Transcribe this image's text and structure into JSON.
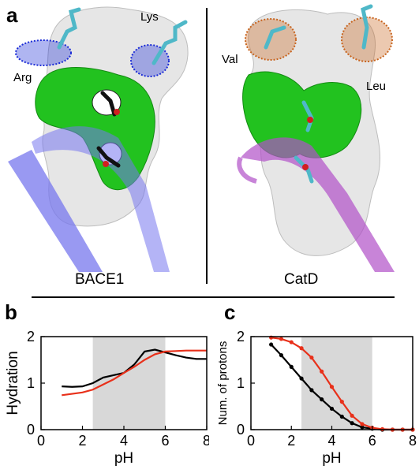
{
  "panels": {
    "a": "a",
    "b": "b",
    "c": "c"
  },
  "structures": {
    "left": {
      "caption": "BACE1",
      "residue_labels": [
        "Arg",
        "Lys"
      ]
    },
    "right": {
      "caption": "CatD",
      "residue_labels": [
        "Val",
        "Leu"
      ]
    }
  },
  "colors": {
    "surface_gray": "#e6e6e6",
    "surface_green": "#22c21f",
    "mesh_blue": "#1a2bd6",
    "mesh_orange": "#c8641e",
    "ribbon_blue": "#7777ee",
    "ribbon_magenta": "#b050c8",
    "stick_cyan": "#4fb8c8",
    "series_black": "#000000",
    "series_red": "#e8301a",
    "shade": "#d8d8d8"
  },
  "chart_data": [
    {
      "type": "line",
      "panel": "b",
      "xlabel": "pH",
      "ylabel": "Hydration",
      "xlim": [
        0,
        8
      ],
      "ylim": [
        0,
        2
      ],
      "xticks": [
        0,
        2,
        4,
        6,
        8
      ],
      "yticks": [
        0,
        1,
        2
      ],
      "shaded_region": [
        2.5,
        6
      ],
      "series": [
        {
          "color": "#000000",
          "x": [
            1,
            1.5,
            2,
            2.5,
            3,
            3.5,
            4,
            4.5,
            5,
            5.5,
            6,
            6.5,
            7,
            7.5,
            8
          ],
          "y": [
            0.93,
            0.92,
            0.93,
            1.0,
            1.12,
            1.17,
            1.22,
            1.4,
            1.68,
            1.72,
            1.66,
            1.6,
            1.55,
            1.52,
            1.52
          ]
        },
        {
          "color": "#e8301a",
          "x": [
            1,
            1.5,
            2,
            2.5,
            3,
            3.5,
            4,
            4.5,
            5,
            5.5,
            6,
            6.5,
            7,
            7.5,
            8
          ],
          "y": [
            0.74,
            0.77,
            0.8,
            0.86,
            0.97,
            1.08,
            1.22,
            1.35,
            1.5,
            1.62,
            1.68,
            1.69,
            1.7,
            1.7,
            1.7
          ]
        }
      ]
    },
    {
      "type": "line",
      "panel": "c",
      "xlabel": "pH",
      "ylabel": "Num. of protons",
      "xlim": [
        0,
        8
      ],
      "ylim": [
        0,
        2
      ],
      "xticks": [
        0,
        2,
        4,
        6,
        8
      ],
      "yticks": [
        0,
        1,
        2
      ],
      "shaded_region": [
        2.5,
        6
      ],
      "series": [
        {
          "color": "#000000",
          "markers": true,
          "x": [
            1,
            1.5,
            2,
            2.5,
            3,
            3.5,
            4,
            4.5,
            5,
            5.5,
            6,
            6.5,
            7,
            7.5,
            8
          ],
          "y": [
            1.83,
            1.6,
            1.35,
            1.1,
            0.85,
            0.65,
            0.45,
            0.28,
            0.14,
            0.05,
            0.02,
            0.0,
            0.0,
            0.0,
            0.0
          ]
        },
        {
          "color": "#e8301a",
          "markers": true,
          "x": [
            1,
            1.5,
            2,
            2.5,
            3,
            3.5,
            4,
            4.5,
            5,
            5.5,
            6,
            6.5,
            7,
            7.5,
            8
          ],
          "y": [
            1.98,
            1.95,
            1.88,
            1.75,
            1.55,
            1.25,
            0.92,
            0.6,
            0.3,
            0.12,
            0.04,
            0.01,
            0.0,
            0.0,
            0.0
          ]
        }
      ]
    }
  ]
}
